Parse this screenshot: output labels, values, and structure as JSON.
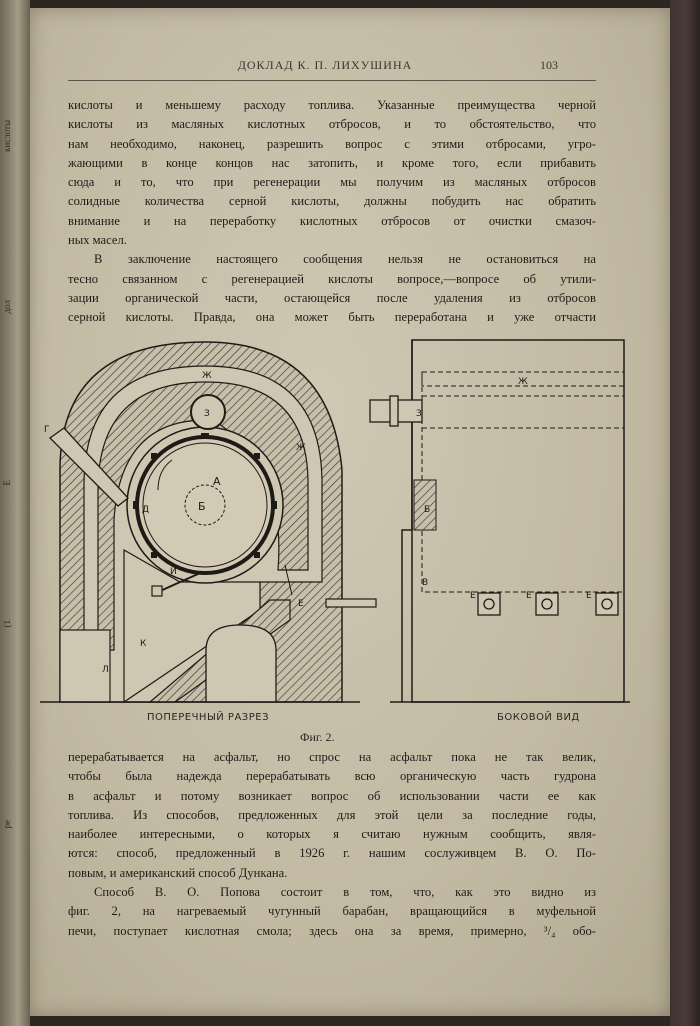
{
  "page": {
    "running_head": "ДОКЛАД К. П. ЛИХУШИНА",
    "page_number": "103"
  },
  "paragraph1_lines": [
    "кислоты и меньшему расходу топлива. Указанные преимущества черной",
    "кислоты из масляных кислотных отбросов, и то обстоятельство, что",
    "нам необходимо, наконец, разрешить вопрос с этими отбросами, угро-",
    "жающими в конце концов нас затопить, и кроме того, если прибавить",
    "сюда и то, что при регенерации мы получим из масляных отбросов",
    "солидные количества серной кислоты, должны побудить нас обратить",
    "внимание и на переработку кислотных отбросов от очистки смазоч-",
    "ных масел."
  ],
  "paragraph2_lines": [
    "В заключение настоящего сообщения нельзя не остановиться на",
    "тесно связанном с регенерацией кислоты вопросе,—вопросе об утили-",
    "зации органической части, остающейся после удаления из отбросов",
    "серной кислоты. Правда, она может быть переработана и уже отчасти"
  ],
  "paragraph3_lines": [
    "перерабатывается на асфальт, но спрос на асфальт пока не так велик,",
    "чтобы была надежда перерабатывать всю органическую часть гудрона",
    "в асфальт и потому возникает вопрос об использовании части ее как",
    "топлива. Из способов, предложенных для этой цели за последние годы,",
    "наиболее интересными, о которых я считаю нужным сообщить, явля-",
    "ются: способ, предложенный в 1926 г. нашим сослуживцем В. О. По-",
    "повым, и американский способ Дункана."
  ],
  "paragraph4_lines": [
    "Способ В. О. Попова состоит в том, что, как это видно из",
    "фиг. 2, на нагреваемый чугунный барабан, вращающийся в муфельной",
    "печи, поступает кислотная смола; здесь она за время, примерно, ³/₄ обо-"
  ],
  "figure": {
    "caption": "Фиг. 2.",
    "left_caption": "ПОПЕРЕЧНЫЙ РАЗРЕЗ",
    "right_caption": "БОКОВОЙ ВИД",
    "labels": {
      "a": "А",
      "b": "Б",
      "v": "В",
      "g": "Г",
      "d": "Д",
      "e": "Е",
      "zh": "Ж",
      "z": "З",
      "i": "И",
      "k": "К",
      "l": "Л"
    }
  },
  "left_page_fragments": [
    "кислоты",
    "дол",
    "Е",
    "(1",
    "ре"
  ]
}
